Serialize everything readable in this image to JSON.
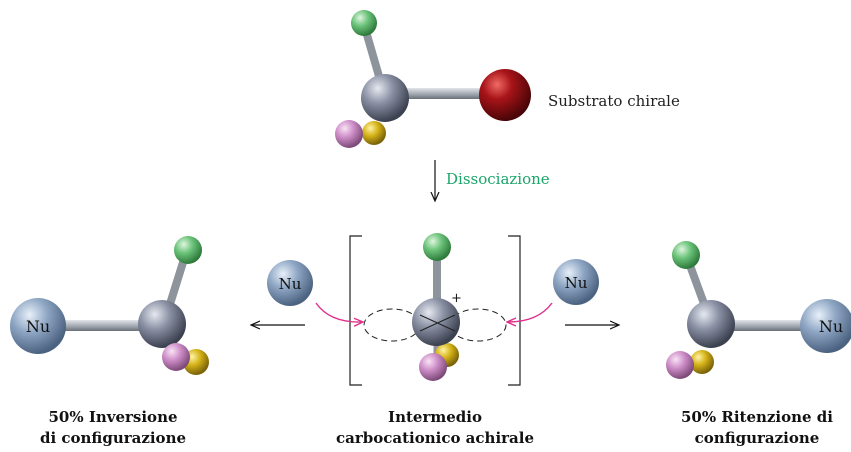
{
  "labels": {
    "substrate": "Substrato chirale",
    "dissociation": "Dissociazione",
    "nu": "Nu",
    "plus": "+",
    "inversion_line1": "50% Inversione",
    "inversion_line2": "di configurazione",
    "intermediate_line1": "Intermedio",
    "intermediate_line2": "carbocationico achirale",
    "retention_line1": "50% Ritenzione di",
    "retention_line2": "configurazione"
  },
  "colors": {
    "carbon": "#7c8396",
    "leaving_group": "#a81418",
    "green_sub": "#6cc47a",
    "pink_sub": "#cf8fc9",
    "yellow_sub": "#d6b419",
    "nucleophile": "#8fa7c4",
    "bond": "#a8aeb6",
    "attack_arrow": "#e0308c",
    "dissociation_text": "#1aa56a"
  }
}
